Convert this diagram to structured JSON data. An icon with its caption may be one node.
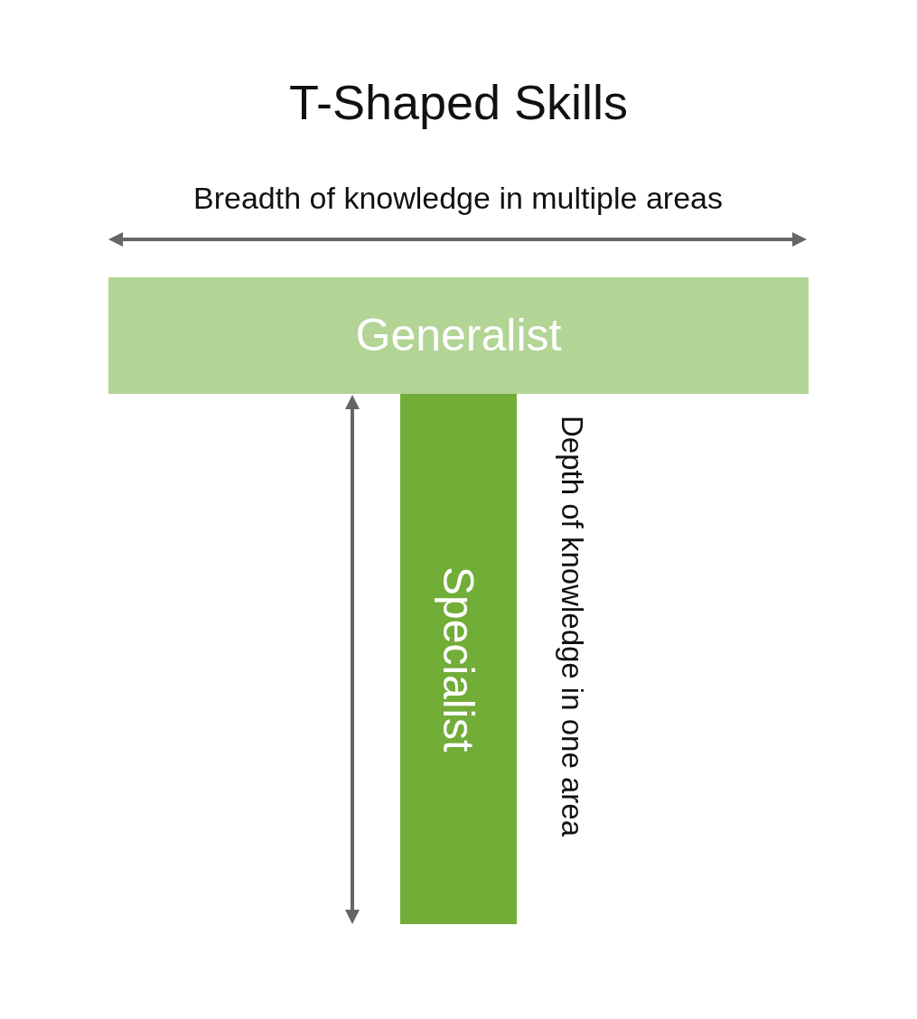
{
  "diagram": {
    "title": "T-Shaped Skills",
    "nodes": [
      {
        "text": [
          "Generalist"
        ]
      },
      {
        "text": [
          "Specialist"
        ]
      }
    ],
    "labels": [
      "Breadth of knowledge in multiple areas",
      "Depth of knowledge in one area"
    ]
  }
}
